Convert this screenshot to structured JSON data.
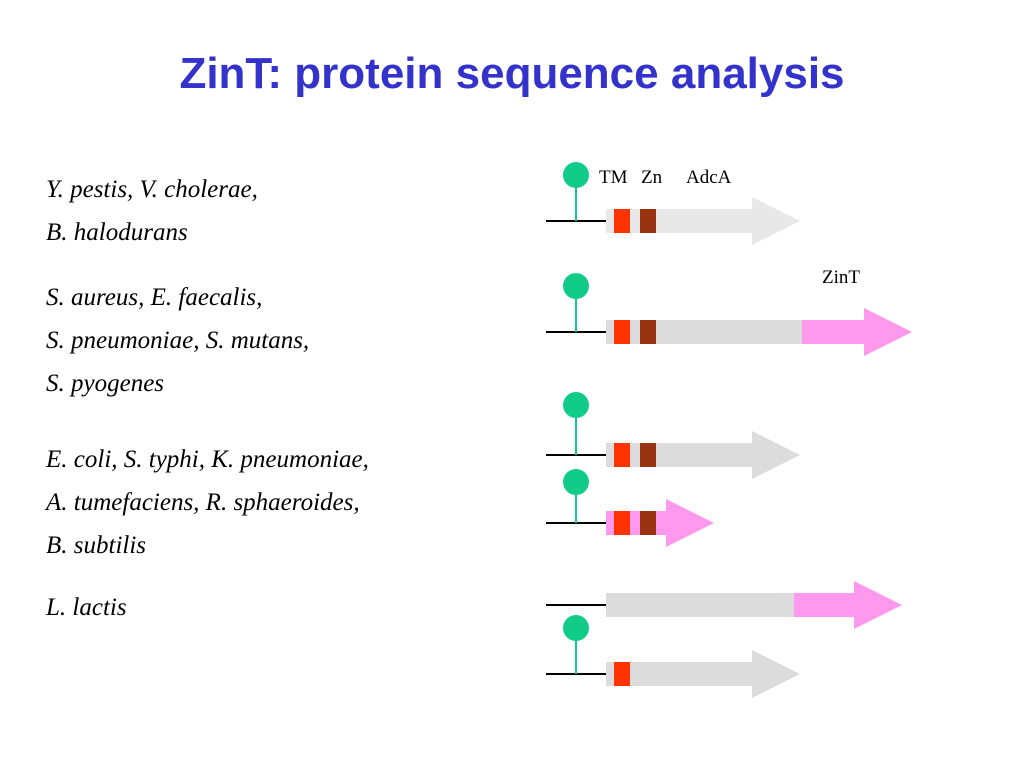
{
  "slide": {
    "title": "ZinT: protein sequence analysis"
  },
  "organism_groups": [
    {
      "lines": [
        "Y. pestis, V. cholerae,",
        "B. halodurans"
      ]
    },
    {
      "lines": [
        "S. aureus, E. faecalis,",
        "S. pneumoniae, S. mutans,",
        "S. pyogenes"
      ]
    },
    {
      "lines": [
        "E. coli, S. typhi, K. pneumoniae,",
        "A. tumefaciens, R. sphaeroides,",
        "B. subtilis"
      ]
    },
    {
      "lines": [
        "L. lactis"
      ]
    }
  ],
  "diagram": {
    "labels": {
      "tm": "TM",
      "zn": "Zn",
      "adca": "AdcA",
      "zint": "ZinT"
    },
    "colors": {
      "adca_body": "#dcdcdc",
      "adca_body_light": "#e8e8e8",
      "zint_domain": "#ff99ee",
      "tm_segment": "#ff3300",
      "zn_segment": "#993311",
      "lipid_anchor": "#11cc88",
      "title": "#3333cc"
    },
    "constructs": [
      {
        "anchor": true,
        "tm": true,
        "zn": true,
        "adca": true,
        "zint": false,
        "note": "AdcA only"
      },
      {
        "anchor": true,
        "tm": true,
        "zn": true,
        "adca": true,
        "zint": true,
        "note": "AdcA-ZinT fusion"
      },
      {
        "anchor": true,
        "tm": true,
        "zn": true,
        "adca": true,
        "zint": false,
        "note": "AdcA"
      },
      {
        "anchor": true,
        "tm": true,
        "zn": true,
        "adca": false,
        "zint": true,
        "note": "ZinT"
      },
      {
        "anchor": false,
        "tm": false,
        "zn": false,
        "adca": true,
        "zint": true,
        "note": "AdcA-ZinT"
      },
      {
        "anchor": true,
        "tm": true,
        "zn": false,
        "adca": true,
        "zint": false,
        "note": "AdcA"
      }
    ]
  }
}
